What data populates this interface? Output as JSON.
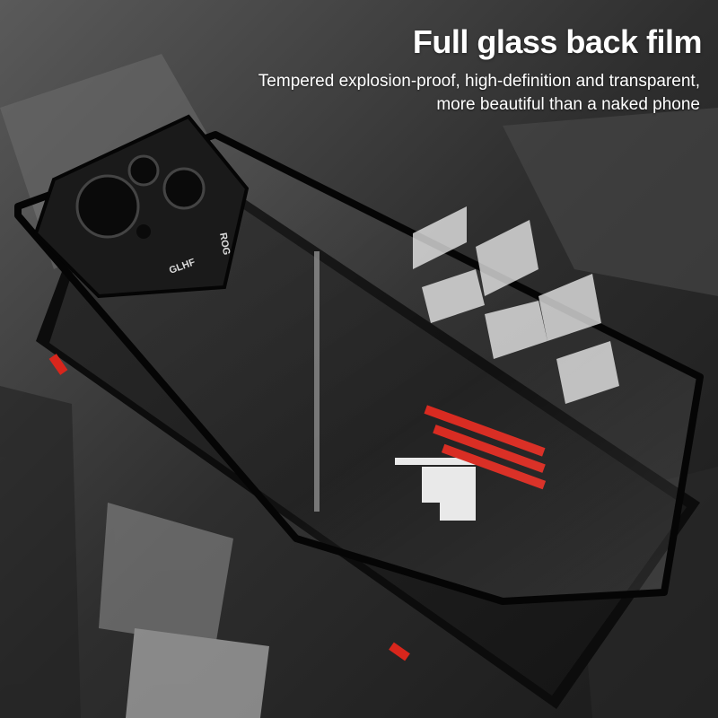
{
  "banner": {
    "title": "Full glass back film",
    "subtitle_line1": "Tempered explosion-proof, high-definition and transparent,",
    "subtitle_line2": "more beautiful than a naked phone"
  },
  "product": {
    "logo_text": "ROG",
    "camera_badge_text": "GLHF",
    "accent_color": "#d8261c"
  }
}
